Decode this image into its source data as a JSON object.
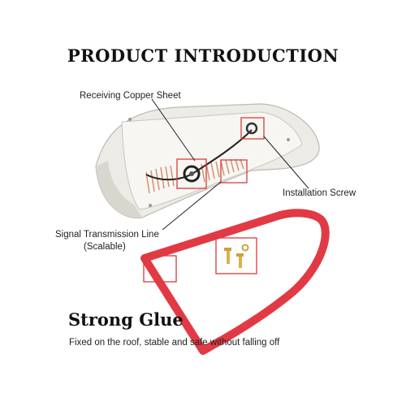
{
  "title": "PRODUCT INTRODUCTION",
  "labels": {
    "copper_sheet": "Receiving Copper Sheet",
    "screw": "Installation Screw",
    "signal_line_1": "Signal Transmission Line",
    "signal_line_2": "(Scalable)",
    "glue_heading": "Strong Glue",
    "glue_caption": "Fixed on the roof, stable and safe without falling off"
  },
  "colors": {
    "callout": "#d93a3a",
    "gasket": "#e23a44",
    "shell": "#e8e6df",
    "coil": "#d58a6a"
  }
}
